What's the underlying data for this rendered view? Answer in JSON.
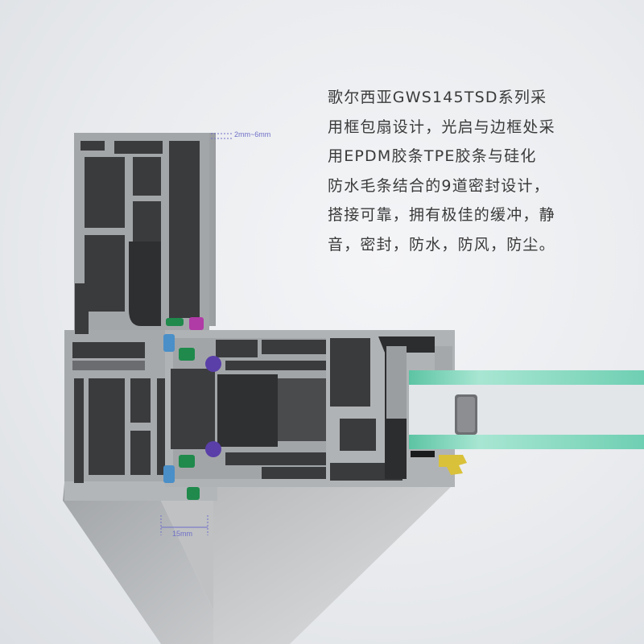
{
  "description": {
    "lines": [
      "歌尔西亚GWS145TSD系列采",
      "用框包扇设计，光启与边框处采",
      "用EPDM胶条TPE胶条与硅化",
      "防水毛条结合的9道密封设计，",
      "搭接可靠，拥有极佳的缓冲，静",
      "音，密封，防水，防风，防尘。"
    ]
  },
  "dimensions": {
    "gap_label": "2mm~6mm",
    "overlap_label": "15mm"
  },
  "colors": {
    "aluminum": "#a9acae",
    "cavity": "#3c3d3f",
    "glass": "#7fd3b8",
    "seal_blue": "#4a8fc8",
    "seal_green": "#1f8a4c",
    "seal_purple": "#5a3fa8",
    "seal_magenta": "#b03aa6",
    "seal_yellow": "#d9c13a",
    "dimension_line": "#6f70c8"
  }
}
